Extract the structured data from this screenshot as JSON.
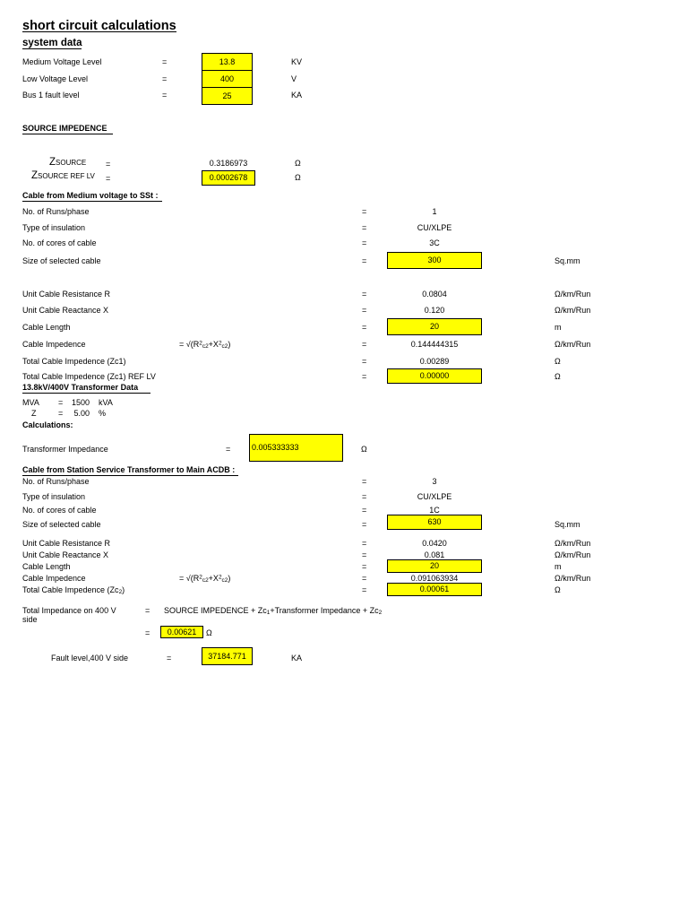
{
  "document": {
    "title": "short circuit calculations",
    "section_system_data": "system data",
    "section_source_impedance": "SOURCE IMPEDENCE",
    "section_cable_mv": "Cable from Medium voltage  to SSt :",
    "section_transformer": "13.8kV/400V Transformer Data",
    "section_calculations": "Calculations:",
    "section_cable_acdb": "Cable from Station Service Transformer to Main ACDB :"
  },
  "colors": {
    "input_cell": "#ffff00",
    "border": "#000000",
    "text": "#000000",
    "background": "#ffffff"
  },
  "symbols": {
    "equals": "=",
    "ohm": "Ω",
    "radical": "√"
  },
  "system_data": {
    "rows": [
      {
        "label": "Medium Voltage Level",
        "eq": "=",
        "value": "13.8",
        "unit": "KV",
        "input": true
      },
      {
        "label": "Low Voltage Level",
        "eq": "=",
        "value": "400",
        "unit": "V",
        "input": true
      },
      {
        "label": "Bus 1 fault level",
        "eq": "=",
        "value": "25",
        "unit": "KA",
        "input": true
      }
    ]
  },
  "source_impedance": {
    "z_source": {
      "label_main": "Z",
      "label_sub": "SOURCE",
      "eq": "=",
      "value": "0.3186973",
      "unit": "Ω",
      "input": false
    },
    "z_source_ref_lv": {
      "label_main": "Z",
      "label_sub": "SOURCE REF LV",
      "eq": "=",
      "value": "0.0002678",
      "unit": "Ω",
      "input": true
    }
  },
  "cable_mv": {
    "rows": [
      {
        "label": "No. of Runs/phase",
        "eq": "=",
        "value": "1",
        "unit": "",
        "input": false
      },
      {
        "label": "Type of insulation",
        "eq": "=",
        "value": "CU/XLPE",
        "unit": "",
        "input": false
      },
      {
        "label": "No. of cores of cable",
        "eq": "=",
        "value": "3C",
        "unit": "",
        "input": false
      },
      {
        "label": "Size of selected cable",
        "eq": "=",
        "value": "300",
        "unit": "Sq.mm",
        "input": true
      }
    ],
    "rows2": [
      {
        "label": "Unit Cable Resistance   R",
        "formula": "",
        "eq": "=",
        "value": "0.0804",
        "unit": "Ω/km/Run",
        "input": false
      },
      {
        "label": "Unit Cable Reactance    X",
        "formula": "",
        "eq": "=",
        "value": "0.120",
        "unit": "Ω/km/Run",
        "input": false
      },
      {
        "label": "Cable Length",
        "formula": "",
        "eq": "=",
        "value": "20",
        "unit": "m",
        "input": true
      },
      {
        "label": "Cable Impedence",
        "formula": "FORMULA",
        "eq": "=",
        "value": "0.144444315",
        "unit": "Ω/km/Run",
        "input": false
      },
      {
        "label": "Total Cable Impedence (Zc1)",
        "formula": "",
        "eq": "=",
        "value": "0.00289",
        "unit": "Ω",
        "input": false
      },
      {
        "label": "Total Cable Impedence (Zc1) REF LV",
        "formula": "",
        "eq": "=",
        "value": "0.00000",
        "unit": "Ω",
        "input": true
      }
    ]
  },
  "transformer": {
    "mva": {
      "label": "MVA",
      "eq": "=",
      "value": "1500",
      "unit": "kVA"
    },
    "z": {
      "label": "Z",
      "eq": "=",
      "value": "5.00",
      "unit": "%"
    },
    "impedance": {
      "label": "Transformer Impedance",
      "eq": "=",
      "value": "0.005333333",
      "unit": "Ω",
      "input": true
    }
  },
  "cable_acdb": {
    "rows": [
      {
        "label": "No. of Runs/phase",
        "eq": "=",
        "value": "3",
        "unit": "",
        "input": false
      },
      {
        "label": "Type of insulation",
        "eq": "=",
        "value": "CU/XLPE",
        "unit": "",
        "input": false
      },
      {
        "label": "No. of cores of cable",
        "eq": "=",
        "value": "1C",
        "unit": "",
        "input": false
      },
      {
        "label": "Size of selected cable",
        "eq": "=",
        "value": "630",
        "unit": "Sq.mm",
        "input": true
      }
    ],
    "rows2": [
      {
        "label": "Unit Cable Resistance   R",
        "eq": "=",
        "value": "0.0420",
        "unit": "Ω/km/Run",
        "input": false
      },
      {
        "label": "Unit Cable Reactance    X",
        "eq": "=",
        "value": "0.081",
        "unit": "Ω/km/Run",
        "input": false
      },
      {
        "label": "Cable Length",
        "eq": "=",
        "value": "20",
        "unit": "m",
        "input": true
      },
      {
        "label": "Cable Impedence",
        "eq": "=",
        "value": "0.091063934",
        "unit": "Ω/km/Run",
        "input": false
      },
      {
        "label": "Total Cable Impedence (Zc2)",
        "eq": "=",
        "value": "0.00061",
        "unit": "Ω",
        "input": true
      }
    ]
  },
  "totals": {
    "label_line1": "Total Impedance on 400 V",
    "label_line2": "side",
    "eq1": "=",
    "expression_prefix": "SOURCE IMPEDENCE + Zc",
    "expression_mid": "1+Transformer Impedance + Zc",
    "expression_sub2": "2",
    "expression_sub1": "1",
    "eq2": "=",
    "value": "0.00621",
    "unit": "Ω"
  },
  "fault_level": {
    "label": "Fault level,400 V side",
    "eq": "=",
    "value": "37184.771",
    "unit": "KA"
  }
}
